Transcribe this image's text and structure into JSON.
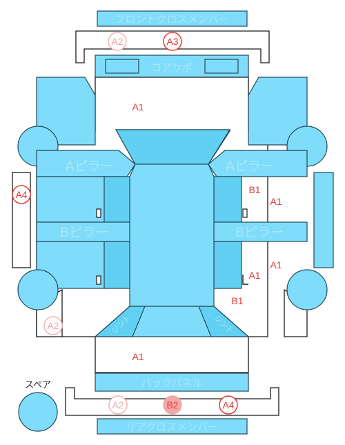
{
  "labels": {
    "front_cross_member": "フロントクロスメンバー",
    "core_support": "コアサポ",
    "a_pillar_left": "Aピラー",
    "a_pillar_right": "Aピラー",
    "b_pillar_left": "Bピラー",
    "b_pillar_right": "Bピラー",
    "back_panel": "バックパネル",
    "rear_cross_member": "リアクロスメンバー",
    "spare": "スペア",
    "jinto_left": "ジント",
    "jinto_right": "ジント"
  },
  "marks": {
    "a2_front": "A2",
    "a3_front": "A3",
    "a1_front": "A1",
    "a4_left": "A4",
    "b1_right_upper": "B1",
    "a1_right_upper": "A1",
    "a1_right_mid": "A1",
    "a1_right_lower": "A1",
    "b1_right_lower": "B1",
    "a2_rear_left": "A2",
    "a1_rear": "A1",
    "a2_bottom": "A2",
    "b2_bottom": "B2",
    "a4_bottom": "A4"
  },
  "colors": {
    "panel": "#7fdcfa",
    "panel_dark": "#62d0f2",
    "outline": "#23495b",
    "mark_red": "#e53935",
    "mark_pale": "#f0a4a4"
  }
}
